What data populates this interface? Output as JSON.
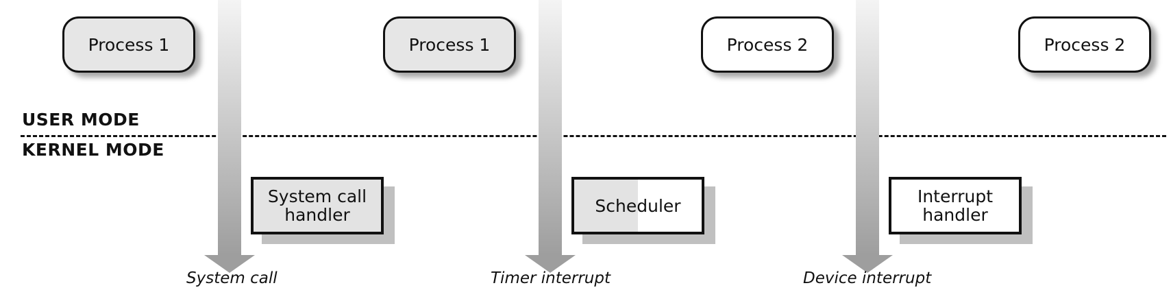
{
  "modes": {
    "user": "USER MODE",
    "kernel": "KERNEL MODE"
  },
  "processes": [
    {
      "label": "Process 1",
      "fill": "grey"
    },
    {
      "label": "Process 1",
      "fill": "grey"
    },
    {
      "label": "Process 2",
      "fill": "white"
    },
    {
      "label": "Process 2",
      "fill": "white"
    }
  ],
  "handlers": [
    {
      "label": "System call\nhandler",
      "fill": "grey"
    },
    {
      "label": "Scheduler",
      "fill": "half-grey"
    },
    {
      "label": "Interrupt\nhandler",
      "fill": "white"
    }
  ],
  "events": [
    "System call",
    "Timer interrupt",
    "Device interrupt"
  ],
  "colors": {
    "line": "#111111",
    "grey_fill": "#e6e6e6",
    "arrow_light": "#f4f4f4",
    "arrow_dark": "#9e9e9e"
  }
}
